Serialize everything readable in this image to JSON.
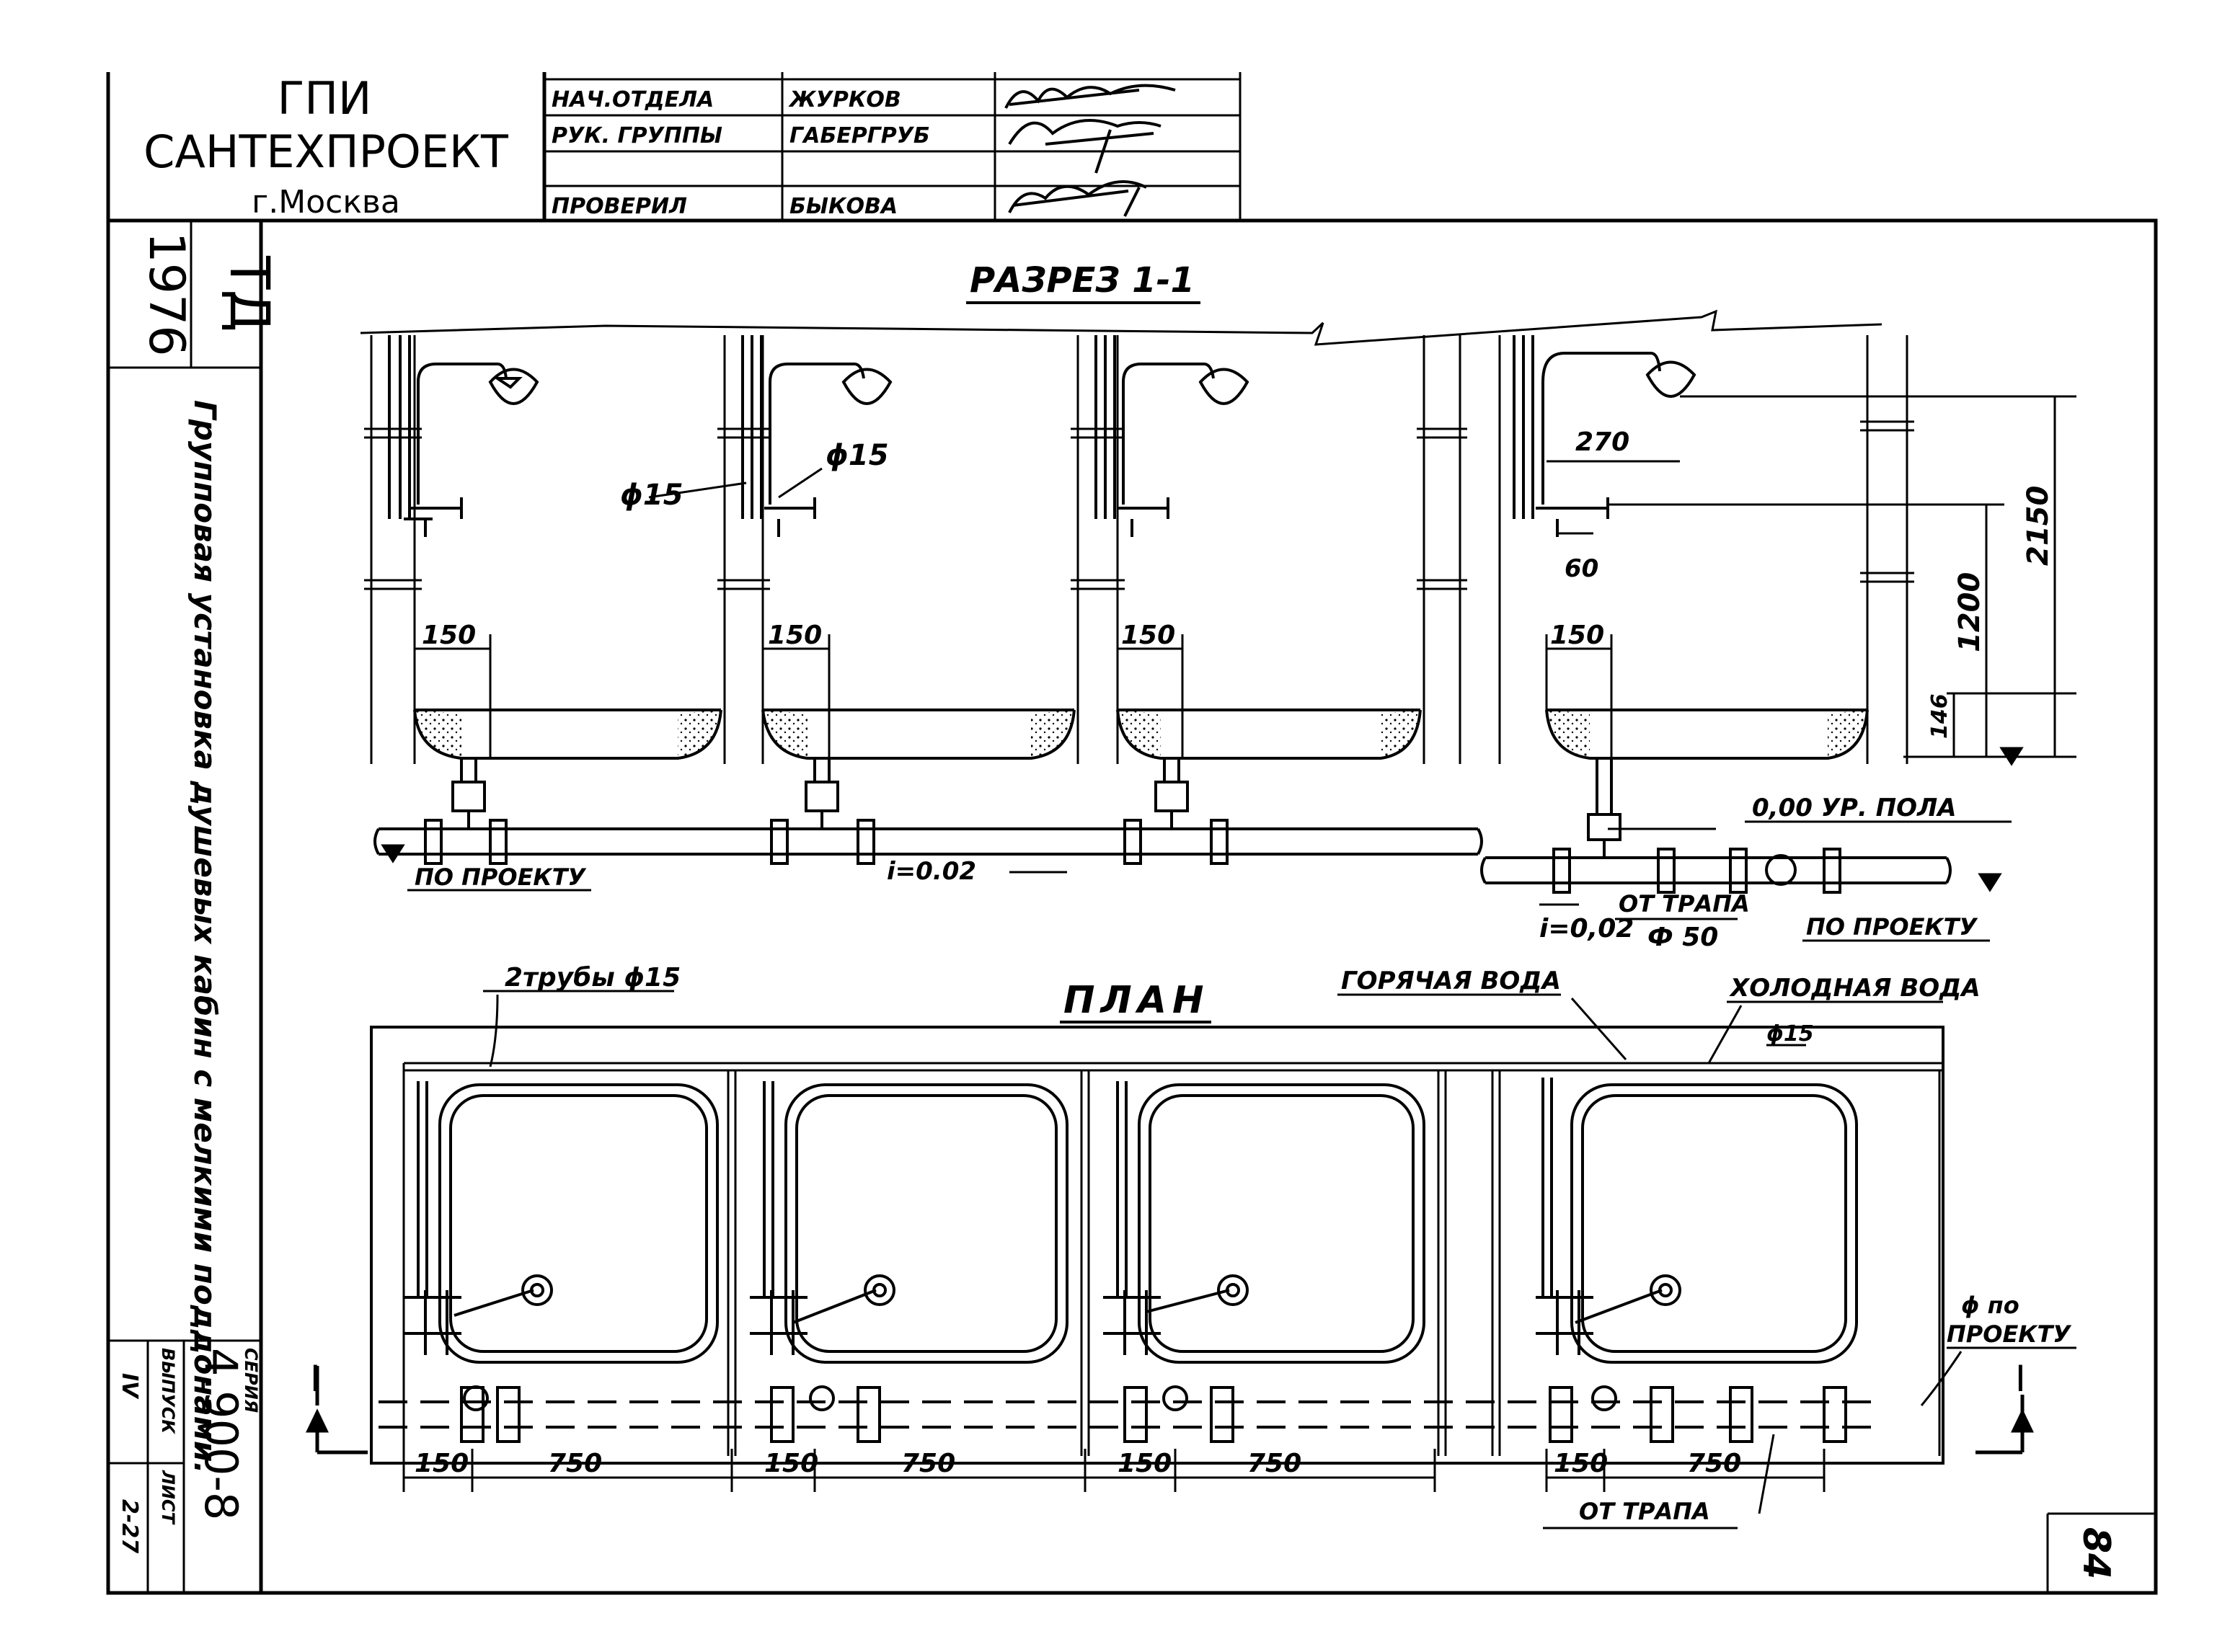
{
  "title_block": {
    "org_line1": "ГПИ",
    "org_line2": "САНТЕХПРОЕКТ",
    "org_line3": "г.Москва",
    "rows": [
      {
        "role": "НАЧ.ОТДЕЛА",
        "name": "ЖУРКОВ"
      },
      {
        "role": "РУК. ГРУППЫ",
        "name": "ГАБЕРГРУБ"
      },
      {
        "role": "",
        "name": ""
      },
      {
        "role": "ПРОВЕРИЛ",
        "name": "БЫКОВА"
      }
    ]
  },
  "side_strip": {
    "code_td": "ТД",
    "code_num": "1976",
    "description": "Групповая установка душевых кабин с мелкими поддонами.",
    "series_label": "СЕРИЯ",
    "series_value": "4.900-8",
    "issue_label": "ВЫПУСК",
    "issue_value": "IV",
    "sheet_label": "ЛИСТ",
    "sheet_value": "2-27"
  },
  "section": {
    "title": "РАЗРЕЗ 1-1",
    "dia_label_a": "ϕ15",
    "dia_label_b": "ϕ15",
    "dim_270": "270",
    "dim_60": "60",
    "dim_2150": "2150",
    "dim_1200": "1200",
    "dim_146": "146",
    "dim_150": [
      "150",
      "150",
      "150",
      "150"
    ],
    "floor_level": "0,00 УР. ПОЛА",
    "by_project_left": "ПО ПРОЕКТУ",
    "by_project_right": "ПО ПРОЕКТУ",
    "slope_main": "i=0.02",
    "slope_right": "i=0,02",
    "from_drain": "ОТ ТРАПА",
    "drain_dia": "Ф 50"
  },
  "plan": {
    "title": "ПЛАН",
    "two_pipes": "2трубы ϕ15",
    "hot_water": "ГОРЯЧАЯ ВОДА",
    "cold_water": "ХОЛОДНАЯ ВОДА",
    "cold_dia": "ϕ15",
    "dia_by_project_1": "ϕ по",
    "dia_by_project_2": "ПРОЕКТУ",
    "section_mark": "I",
    "from_drain": "ОТ ТРАПА",
    "dims": [
      "150",
      "750",
      "150",
      "750",
      "150",
      "750",
      "150",
      "750"
    ]
  },
  "page_number": "84"
}
